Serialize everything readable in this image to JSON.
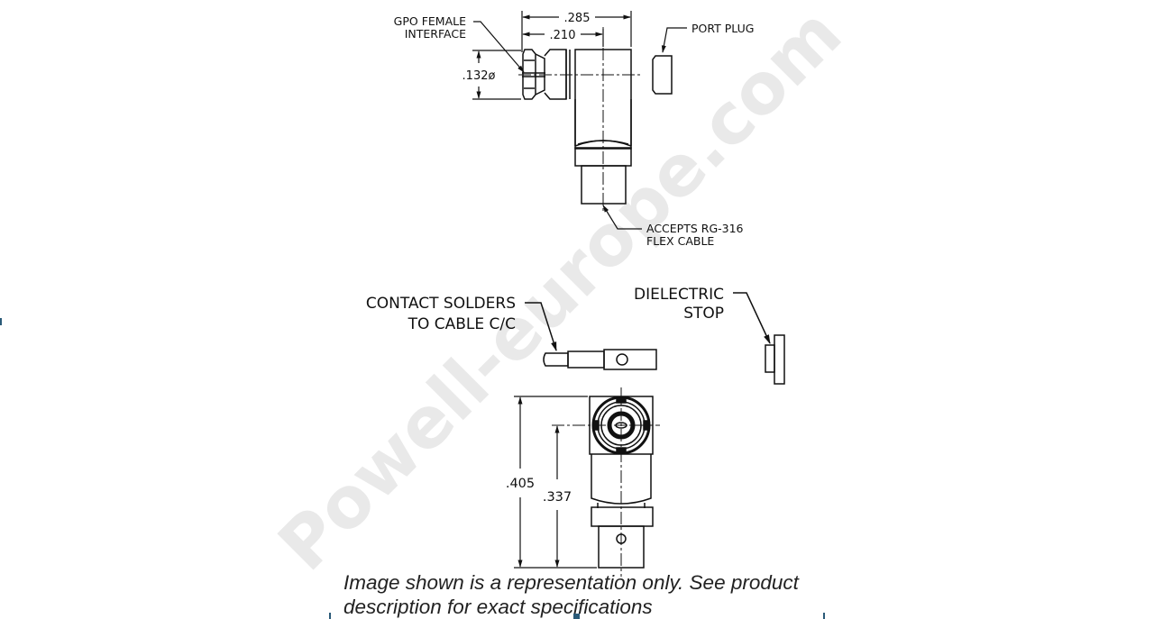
{
  "drawing": {
    "watermark": "Powell-europe.com",
    "side_view": {
      "labels": {
        "gpo_line1": "GPO FEMALE",
        "gpo_line2": "INTERFACE",
        "port_plug": "PORT PLUG",
        "accepts_line1": "ACCEPTS RG-316",
        "accepts_line2": "FLEX CABLE"
      },
      "dimensions": {
        "overall_length": ".285",
        "interface_length": ".210",
        "diameter": ".132ø"
      }
    },
    "parts": {
      "contact_line1": "CONTACT SOLDERS",
      "contact_line2": "TO CABLE C/C",
      "dielectric_line1": "DIELECTRIC",
      "dielectric_line2": "STOP"
    },
    "front_view": {
      "dimensions": {
        "overall_height": ".405",
        "center_height": ".337"
      }
    }
  },
  "caption": {
    "text": "Image shown is a representation only. See product description for exact specifications"
  },
  "colors": {
    "line": "#111111",
    "watermark": "#e6e6e6",
    "accent": "#2a5a78"
  }
}
